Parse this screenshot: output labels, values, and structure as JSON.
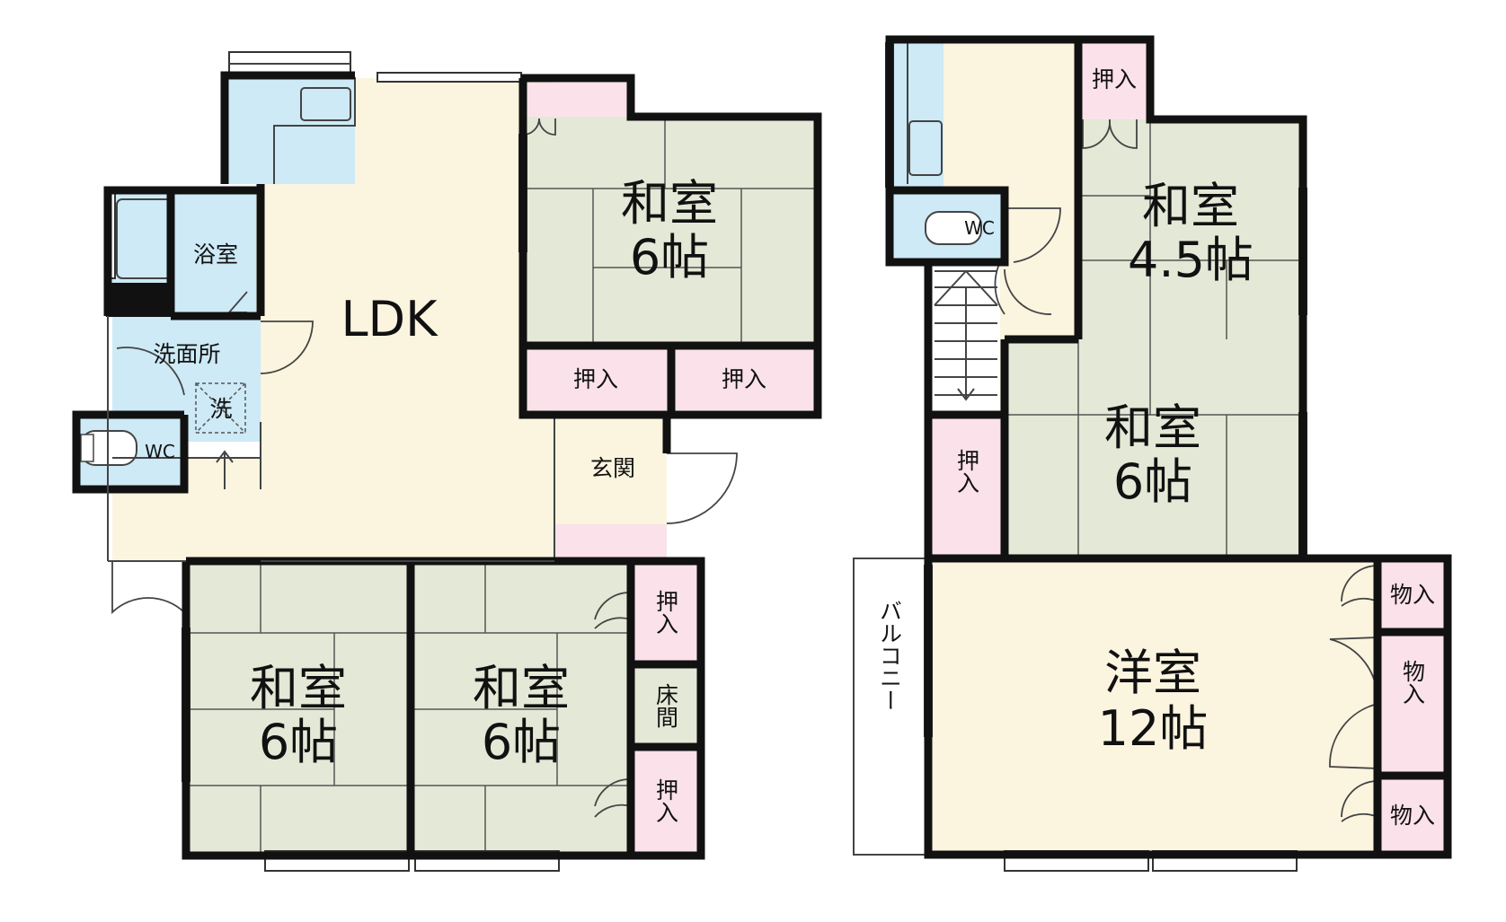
{
  "colors": {
    "tatami": "#e4e8d6",
    "flooring": "#fbf4df",
    "water": "#cdeaf6",
    "storage": "#fbe1ea",
    "wall": "#111111"
  },
  "floor1": {
    "ldk": "LDK",
    "bath": "浴室",
    "washroom": "洗面所",
    "washer": "洗",
    "wc": "WC",
    "entrance": "玄関",
    "washitsu_top": {
      "name": "和室",
      "size": "6帖"
    },
    "washitsu_bl": {
      "name": "和室",
      "size": "6帖"
    },
    "washitsu_bm": {
      "name": "和室",
      "size": "6帖"
    },
    "closet_a": "押入",
    "closet_b": "押入",
    "closet_c": "押入",
    "closet_d": "押入",
    "tokonoma": "床間"
  },
  "floor2": {
    "wc": "WC",
    "closet_top": "押入",
    "closet_left": "押入",
    "washitsu_45": {
      "name": "和室",
      "size": "4.5帖"
    },
    "washitsu_6": {
      "name": "和室",
      "size": "6帖"
    },
    "youshitsu": {
      "name": "洋室",
      "size": "12帖"
    },
    "storage_1": "物入",
    "storage_2": "物入",
    "storage_3": "物入",
    "balcony": "バルコニー"
  }
}
